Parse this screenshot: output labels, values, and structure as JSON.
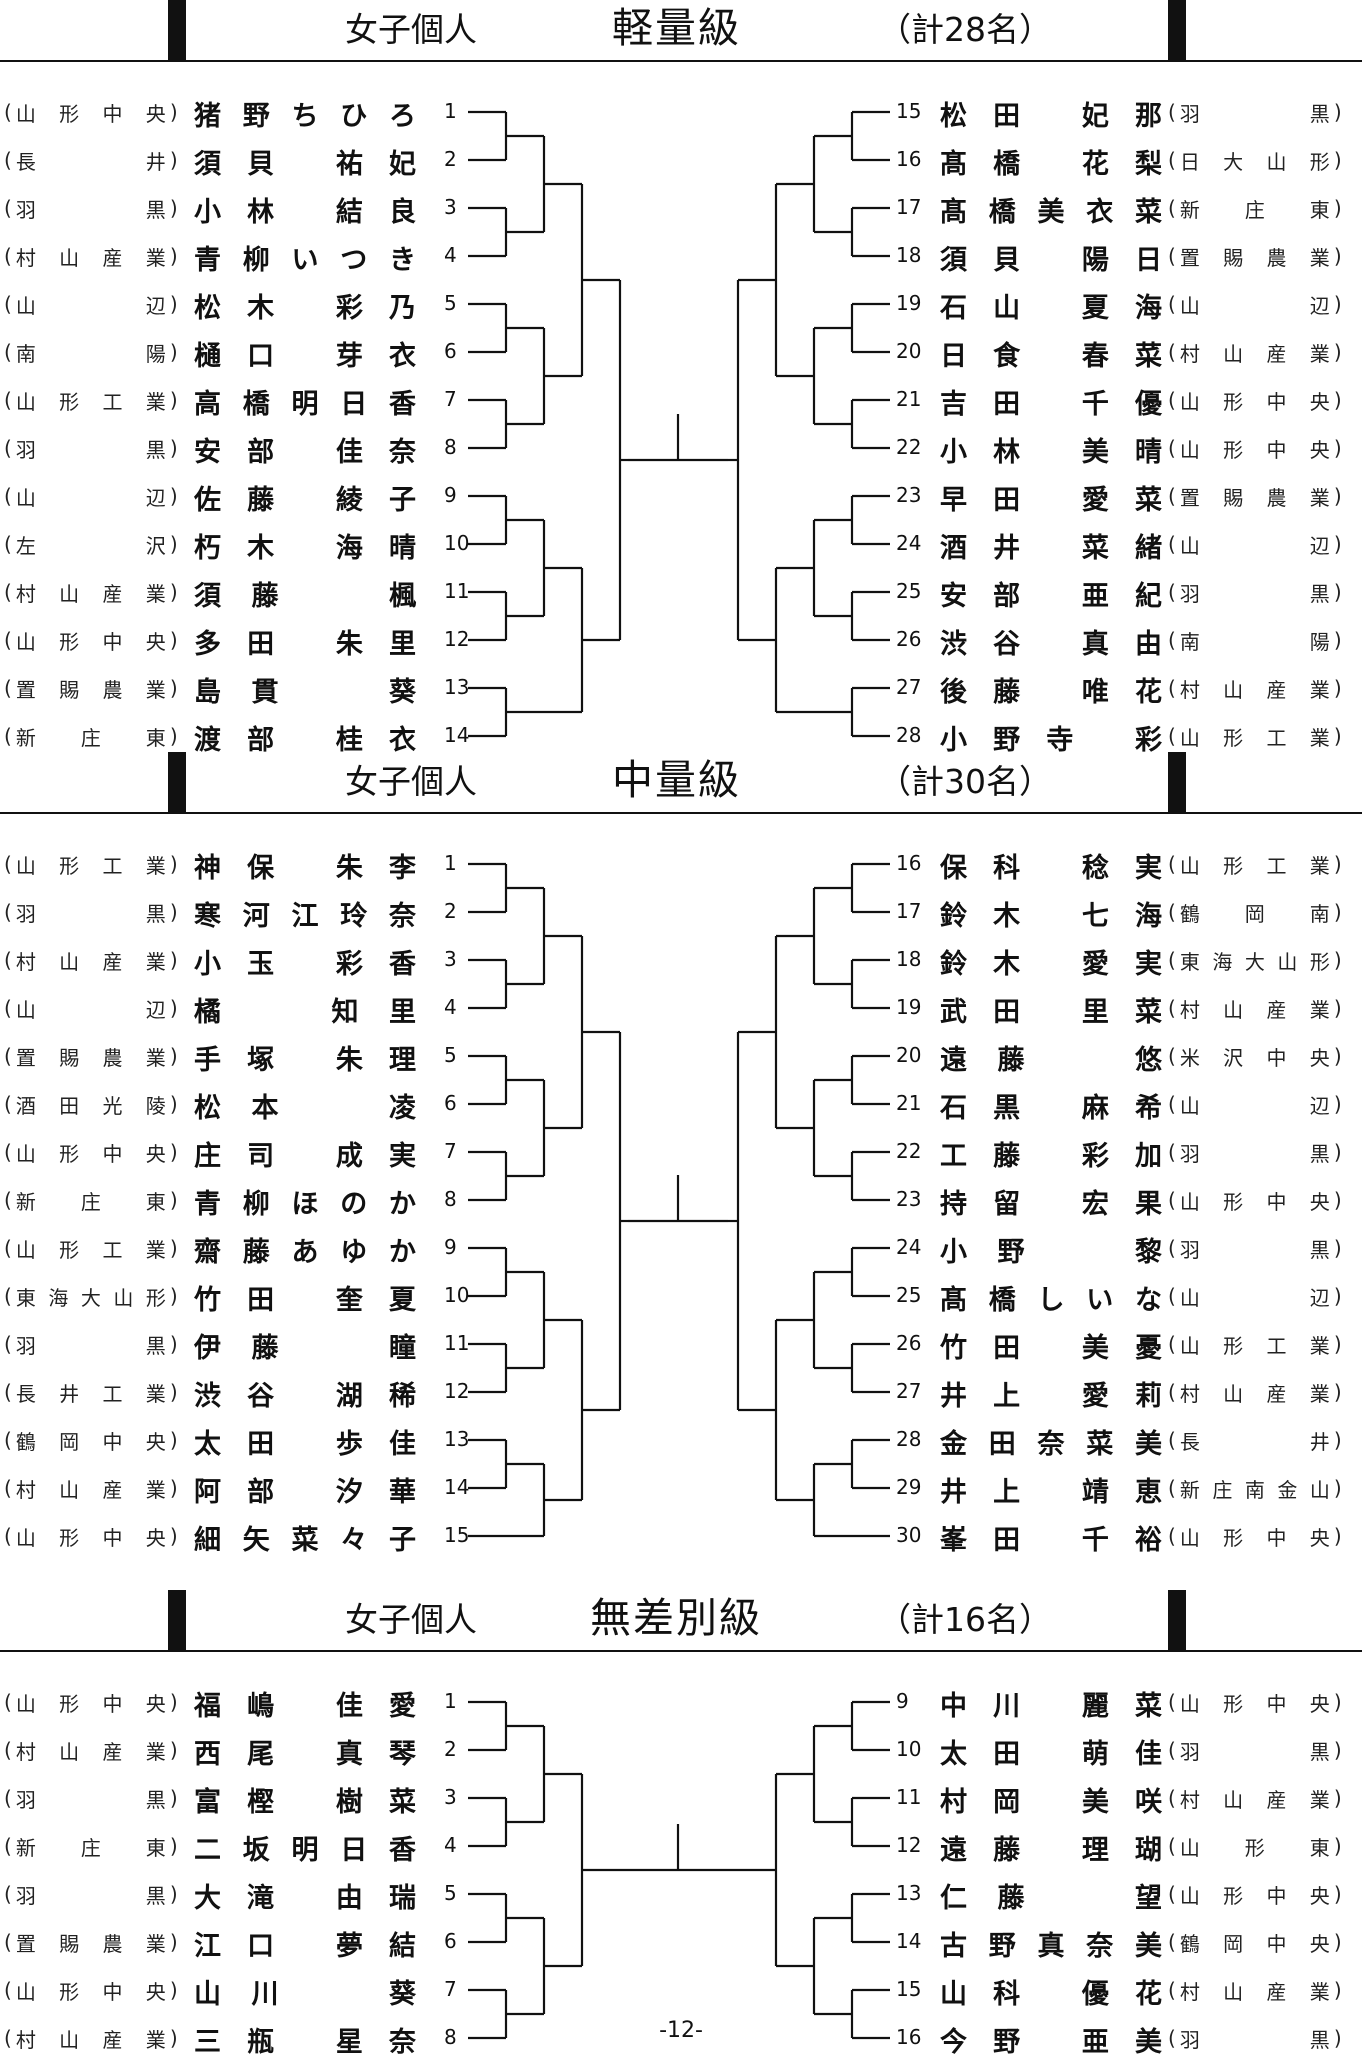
{
  "page_number": "-12-",
  "sections": [
    {
      "id": "light",
      "label": "女子個人",
      "weight": "軽量級",
      "count": "（計28名）",
      "left": [
        {
          "no": "1",
          "name": "猪野ちひろ",
          "school": "山形中央"
        },
        {
          "no": "2",
          "name": "須貝　祐妃",
          "school": "長　　井"
        },
        {
          "no": "3",
          "name": "小林　結良",
          "school": "羽　　黒"
        },
        {
          "no": "4",
          "name": "青柳いつき",
          "school": "村山産業"
        },
        {
          "no": "5",
          "name": "松木　彩乃",
          "school": "山　　辺"
        },
        {
          "no": "6",
          "name": "樋口　芽衣",
          "school": "南　　陽"
        },
        {
          "no": "7",
          "name": "高橋明日香",
          "school": "山形工業"
        },
        {
          "no": "8",
          "name": "安部　佳奈",
          "school": "羽　　黒"
        },
        {
          "no": "9",
          "name": "佐藤　綾子",
          "school": "山　　辺"
        },
        {
          "no": "10",
          "name": "朽木　海晴",
          "school": "左　　沢"
        },
        {
          "no": "11",
          "name": "須藤　　楓",
          "school": "村山産業"
        },
        {
          "no": "12",
          "name": "多田　朱里",
          "school": "山形中央"
        },
        {
          "no": "13",
          "name": "島貫　　葵",
          "school": "置賜農業"
        },
        {
          "no": "14",
          "name": "渡部　桂衣",
          "school": "新　庄　東"
        }
      ],
      "right": [
        {
          "no": "15",
          "name": "松田　妃那",
          "school": "羽　　黒"
        },
        {
          "no": "16",
          "name": "髙橋　花梨",
          "school": "日大山形"
        },
        {
          "no": "17",
          "name": "髙橋美衣菜",
          "school": "新　庄　東"
        },
        {
          "no": "18",
          "name": "須貝　陽日",
          "school": "置賜農業"
        },
        {
          "no": "19",
          "name": "石山　夏海",
          "school": "山　　辺"
        },
        {
          "no": "20",
          "name": "日食　春菜",
          "school": "村山産業"
        },
        {
          "no": "21",
          "name": "吉田　千優",
          "school": "山形中央"
        },
        {
          "no": "22",
          "name": "小林　美晴",
          "school": "山形中央"
        },
        {
          "no": "23",
          "name": "早田　愛菜",
          "school": "置賜農業"
        },
        {
          "no": "24",
          "name": "酒井　菜緒",
          "school": "山　　辺"
        },
        {
          "no": "25",
          "name": "安部　亜紀",
          "school": "羽　　黒"
        },
        {
          "no": "26",
          "name": "渋谷　真由",
          "school": "南　　陽"
        },
        {
          "no": "27",
          "name": "後藤　唯花",
          "school": "村山産業"
        },
        {
          "no": "28",
          "name": "小野寺　彩",
          "school": "山形工業"
        }
      ]
    },
    {
      "id": "middle",
      "label": "女子個人",
      "weight": "中量級",
      "count": "（計30名）",
      "left": [
        {
          "no": "1",
          "name": "神保　朱李",
          "school": "山形工業"
        },
        {
          "no": "2",
          "name": "寒河江玲奈",
          "school": "羽　　黒"
        },
        {
          "no": "3",
          "name": "小玉　彩香",
          "school": "村山産業"
        },
        {
          "no": "4",
          "name": "橘　　知里",
          "school": "山　　辺"
        },
        {
          "no": "5",
          "name": "手塚　朱理",
          "school": "置賜農業"
        },
        {
          "no": "6",
          "name": "松本　　凌",
          "school": "酒田光陵"
        },
        {
          "no": "7",
          "name": "庄司　成実",
          "school": "山形中央"
        },
        {
          "no": "8",
          "name": "青柳ほのか",
          "school": "新　庄　東"
        },
        {
          "no": "9",
          "name": "齋藤あゆか",
          "school": "山形工業"
        },
        {
          "no": "10",
          "name": "竹田　奎夏",
          "school": "東海大山形"
        },
        {
          "no": "11",
          "name": "伊藤　　瞳",
          "school": "羽　　黒"
        },
        {
          "no": "12",
          "name": "渋谷　湖稀",
          "school": "長井工業"
        },
        {
          "no": "13",
          "name": "太田　歩佳",
          "school": "鶴岡中央"
        },
        {
          "no": "14",
          "name": "阿部　汐華",
          "school": "村山産業"
        },
        {
          "no": "15",
          "name": "細矢菜々子",
          "school": "山形中央"
        }
      ],
      "right": [
        {
          "no": "16",
          "name": "保科　稔実",
          "school": "山形工業"
        },
        {
          "no": "17",
          "name": "鈴木　七海",
          "school": "鶴　岡　南"
        },
        {
          "no": "18",
          "name": "鈴木　愛実",
          "school": "東海大山形"
        },
        {
          "no": "19",
          "name": "武田　里菜",
          "school": "村山産業"
        },
        {
          "no": "20",
          "name": "遠藤　　悠",
          "school": "米沢中央"
        },
        {
          "no": "21",
          "name": "石黒　麻希",
          "school": "山　　辺"
        },
        {
          "no": "22",
          "name": "工藤　彩加",
          "school": "羽　　黒"
        },
        {
          "no": "23",
          "name": "持留　宏果",
          "school": "山形中央"
        },
        {
          "no": "24",
          "name": "小野　　黎",
          "school": "羽　　黒"
        },
        {
          "no": "25",
          "name": "髙橋しいな",
          "school": "山　　辺"
        },
        {
          "no": "26",
          "name": "竹田　美憂",
          "school": "山形工業"
        },
        {
          "no": "27",
          "name": "井上　愛莉",
          "school": "村山産業"
        },
        {
          "no": "28",
          "name": "金田奈菜美",
          "school": "長　　井"
        },
        {
          "no": "29",
          "name": "井上　靖恵",
          "school": "新庄南金山"
        },
        {
          "no": "30",
          "name": "峯田　千裕",
          "school": "山形中央"
        }
      ]
    },
    {
      "id": "open",
      "label": "女子個人",
      "weight": "無差別級",
      "count": "（計16名）",
      "left": [
        {
          "no": "1",
          "name": "福嶋　佳愛",
          "school": "山形中央"
        },
        {
          "no": "2",
          "name": "西尾　真琴",
          "school": "村山産業"
        },
        {
          "no": "3",
          "name": "富樫　樹菜",
          "school": "羽　　黒"
        },
        {
          "no": "4",
          "name": "二坂明日香",
          "school": "新　庄　東"
        },
        {
          "no": "5",
          "name": "大滝　由瑞",
          "school": "羽　　黒"
        },
        {
          "no": "6",
          "name": "江口　夢結",
          "school": "置賜農業"
        },
        {
          "no": "7",
          "name": "山川　　葵",
          "school": "山形中央"
        },
        {
          "no": "8",
          "name": "三瓶　星奈",
          "school": "村山産業"
        }
      ],
      "right": [
        {
          "no": "9",
          "name": "中川　麗菜",
          "school": "山形中央"
        },
        {
          "no": "10",
          "name": "太田　萌佳",
          "school": "羽　　黒"
        },
        {
          "no": "11",
          "name": "村岡　美咲",
          "school": "村山産業"
        },
        {
          "no": "12",
          "name": "遠藤　理瑚",
          "school": "山　形　東"
        },
        {
          "no": "13",
          "name": "仁藤　　望",
          "school": "山形中央"
        },
        {
          "no": "14",
          "name": "古野真奈美",
          "school": "鶴岡中央"
        },
        {
          "no": "15",
          "name": "山科　優花",
          "school": "村山産業"
        },
        {
          "no": "16",
          "name": "今野　亜美",
          "school": "羽　　黒"
        }
      ]
    }
  ]
}
